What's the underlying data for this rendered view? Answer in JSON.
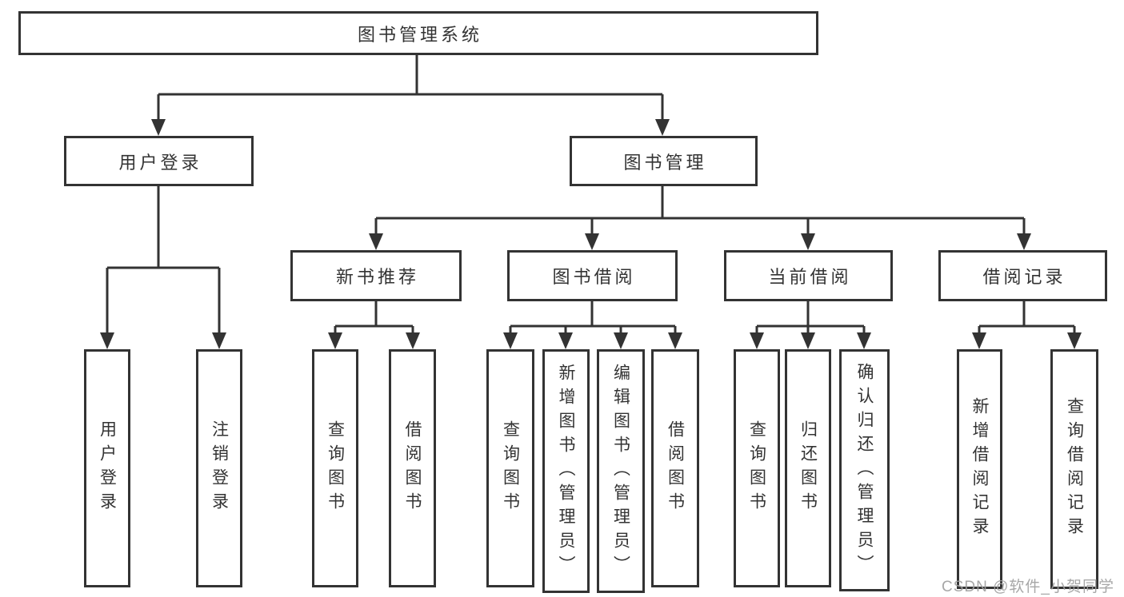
{
  "diagram": {
    "root": "图书管理系统",
    "user_login": "用户登录",
    "book_management": "图书管理",
    "new_book_recommend": "新书推荐",
    "book_borrow": "图书借阅",
    "current_borrow": "当前借阅",
    "borrow_records": "借阅记录",
    "leaf_user_login": "用户登录",
    "leaf_logout": "注销登录",
    "leaf_rec_query_book": "查询图书",
    "leaf_rec_borrow_book": "借阅图书",
    "leaf_bor_query_book": "查询图书",
    "leaf_bor_add_book": "新增图书（管理员）",
    "leaf_bor_edit_book": "编辑图书（管理员）",
    "leaf_bor_borrow_book": "借阅图书",
    "leaf_cur_query_book": "查询图书",
    "leaf_cur_return_book": "归还图书",
    "leaf_cur_confirm_return": "确认归还（管理员）",
    "leaf_records_add": "新增借阅记录",
    "leaf_records_query": "查询借阅记录"
  },
  "watermark": "CSDN @软件_小贺同学",
  "colors": {
    "line": "#333333",
    "background": "#ffffff",
    "watermark_gray": "#a0a0a0"
  }
}
